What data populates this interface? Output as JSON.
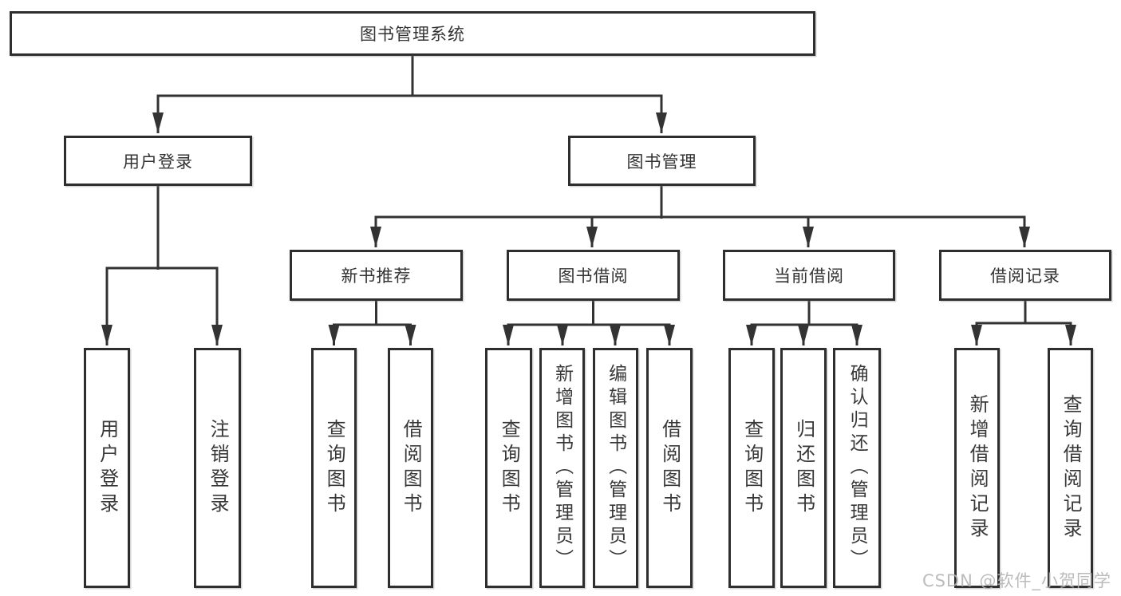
{
  "diagram": {
    "root": {
      "label": "图书管理系统"
    },
    "branches": [
      {
        "label": "用户登录",
        "leaves": [
          "用户登录",
          "注销登录"
        ]
      },
      {
        "label": "图书管理",
        "children": [
          {
            "label": "新书推荐",
            "leaves": [
              "查询图书",
              "借阅图书"
            ]
          },
          {
            "label": "图书借阅",
            "leaves": [
              "查询图书",
              "新增图书（管理员）",
              "编辑图书（管理员）",
              "借阅图书"
            ]
          },
          {
            "label": "当前借阅",
            "leaves": [
              "查询图书",
              "归还图书",
              "确认归还（管理员）"
            ]
          },
          {
            "label": "借阅记录",
            "leaves": [
              "新增借阅记录",
              "查询借阅记录"
            ]
          }
        ]
      }
    ]
  },
  "watermark": "CSDN @软件_小贺同学",
  "colors": {
    "line": "#333333",
    "box_border": "#2e2e2e",
    "text": "#333333",
    "watermark": "#b4b4b4",
    "background": "#ffffff"
  }
}
